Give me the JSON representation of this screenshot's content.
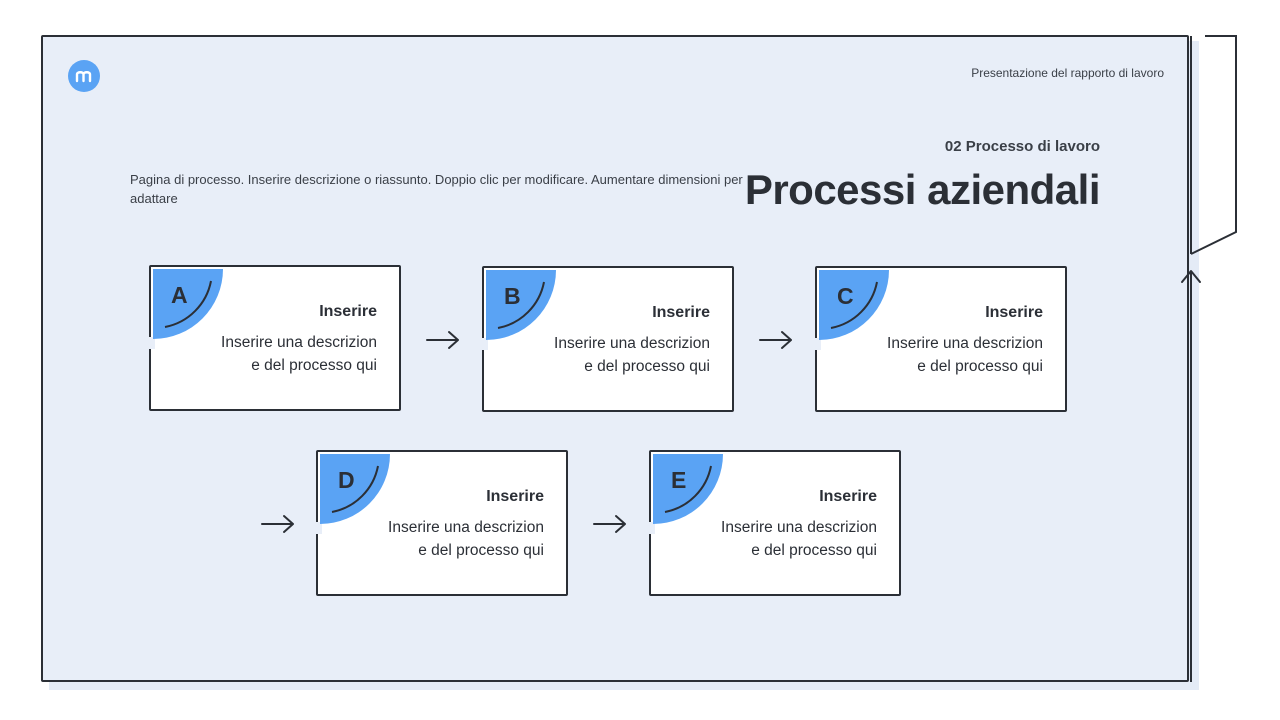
{
  "header": {
    "presentation_title": "Presentazione del rapporto di lavoro",
    "section_label": "02 Processo di lavoro",
    "main_title": "Processi aziendali",
    "description": "Pagina di processo. Inserire descrizione o riassunto. Doppio clic per modificare. Aumentare dimensioni per adattare"
  },
  "colors": {
    "accent": "#5aa3f4",
    "background": "#e8eef8",
    "stroke": "#2b2f36",
    "card": "#ffffff"
  },
  "icons": {
    "logo": "m-logo-icon",
    "arrow": "arrow-right-icon",
    "loop_arrow": "arrow-up-icon"
  },
  "steps": [
    {
      "letter": "A",
      "title": "Inserire",
      "desc_line1": "Inserire una descrizion",
      "desc_line2": "e del processo qui"
    },
    {
      "letter": "B",
      "title": "Inserire",
      "desc_line1": "Inserire una descrizion",
      "desc_line2": "e del processo qui"
    },
    {
      "letter": "C",
      "title": "Inserire",
      "desc_line1": "Inserire una descrizion",
      "desc_line2": "e del processo qui"
    },
    {
      "letter": "D",
      "title": "Inserire",
      "desc_line1": "Inserire una descrizion",
      "desc_line2": "e del processo qui"
    },
    {
      "letter": "E",
      "title": "Inserire",
      "desc_line1": "Inserire una descrizion",
      "desc_line2": "e del processo qui"
    }
  ]
}
